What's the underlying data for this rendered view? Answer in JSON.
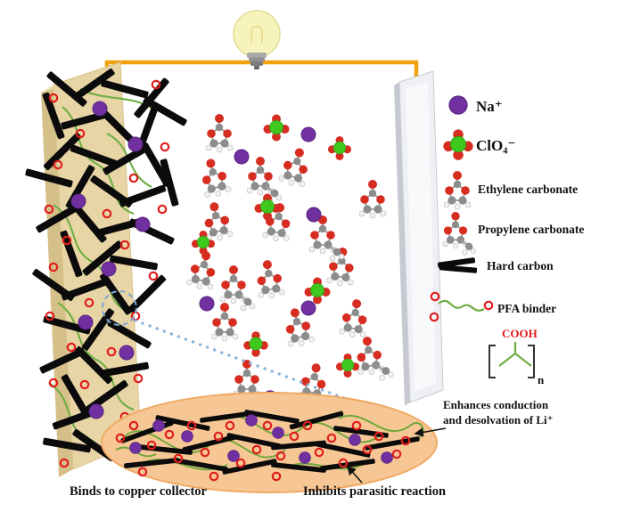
{
  "legend": {
    "items": [
      {
        "label": "Na⁺"
      },
      {
        "label": "ClO₄⁻"
      },
      {
        "label": "Ethylene carbonate"
      },
      {
        "label": "Propylene carbonate"
      },
      {
        "label": "Hard carbon"
      },
      {
        "label": "PFA binder"
      }
    ],
    "cooh_label": "COOH",
    "n_label": "n"
  },
  "annotations": {
    "enhances_line1": "Enhances conduction",
    "enhances_line2": "and desolvation of Li⁺",
    "binds": "Binds to copper collector",
    "inhibits": "Inhibits parasitic reaction"
  },
  "colors": {
    "sodium": "#7030a0",
    "oxygen_red": "#d62d20",
    "chlorine_green": "#3fc81e",
    "binder_green": "#6fae44",
    "electrode_tan": "#e8d5a5",
    "wire_orange": "#f0a30c",
    "zoom_peach": "#f6c795"
  }
}
